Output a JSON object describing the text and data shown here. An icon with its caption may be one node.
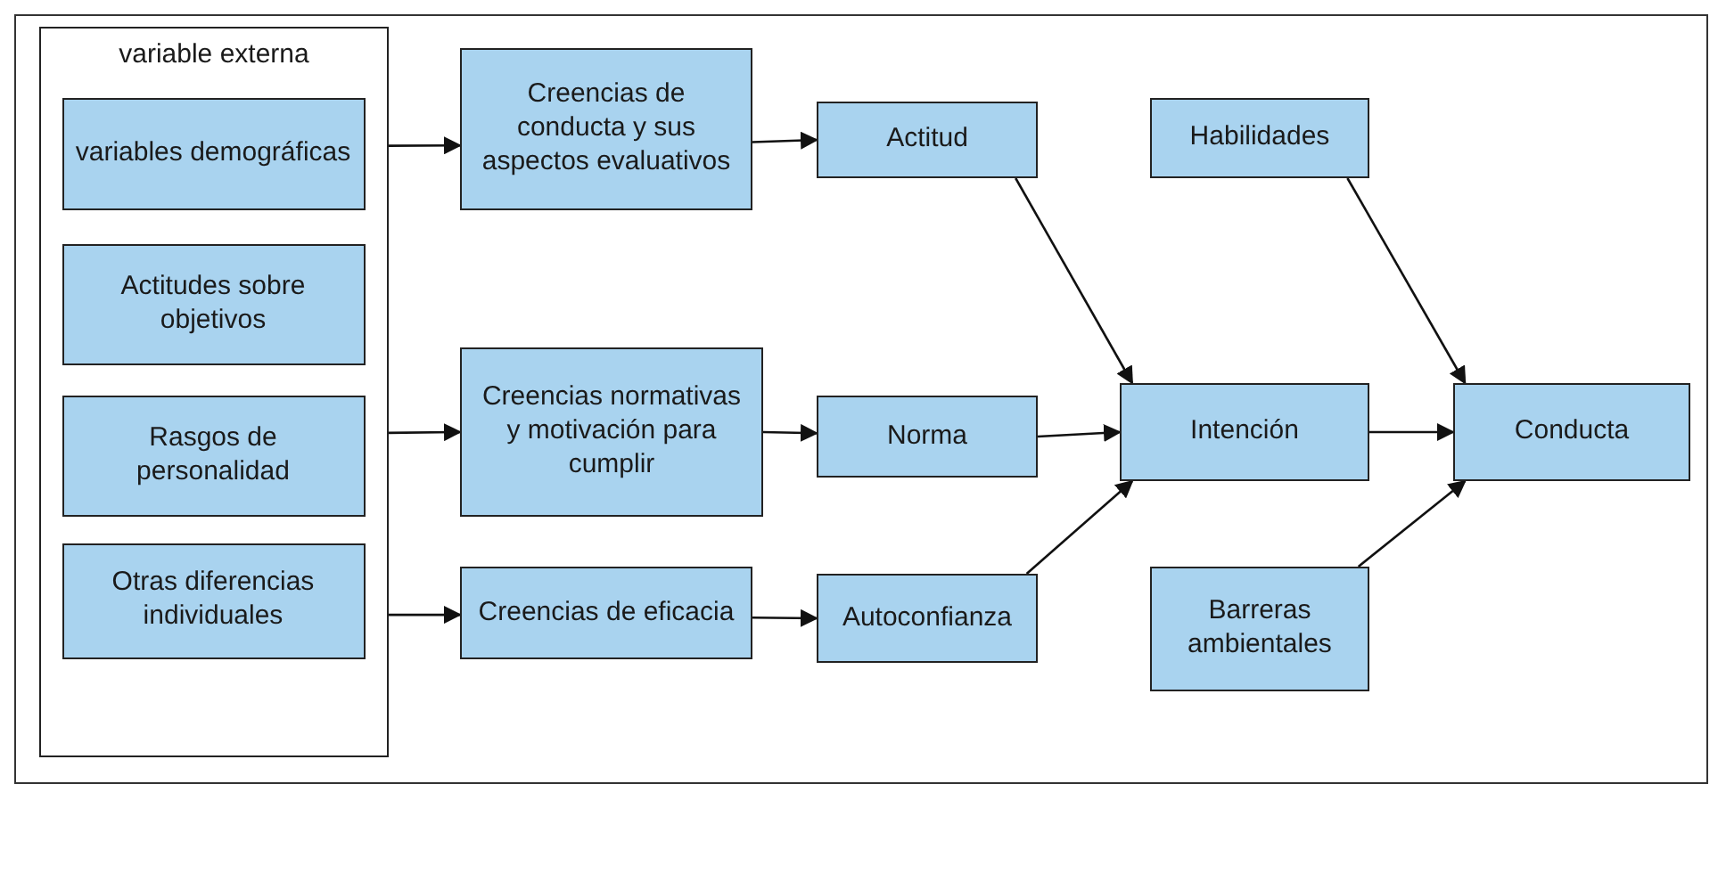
{
  "diagram": {
    "nodes": [
      {
        "text": [
          "variable externa"
        ]
      },
      {
        "text": [
          "variables demográficas"
        ],
        "in": 0
      },
      {
        "text": [
          "Actitudes sobre objetivos"
        ],
        "in": 0
      },
      {
        "text": [
          "Rasgos de personalidad"
        ],
        "in": 0
      },
      {
        "text": [
          "Otras diferencias individuales"
        ],
        "in": 0
      },
      {
        "text": [
          "Creencias de conducta y sus aspectos evaluativos"
        ]
      },
      {
        "text": [
          "Actitud"
        ]
      },
      {
        "text": [
          "Habilidades"
        ]
      },
      {
        "text": [
          "Creencias normativas y motivación para cumplir"
        ]
      },
      {
        "text": [
          "Norma"
        ]
      },
      {
        "text": [
          "Intención"
        ]
      },
      {
        "text": [
          "Conducta"
        ]
      },
      {
        "text": [
          "Creencias de eficacia"
        ]
      },
      {
        "text": [
          "Autoconfianza"
        ]
      },
      {
        "text": [
          "Barreras ambientales"
        ]
      }
    ],
    "edges": [
      {
        "from": 0,
        "to": 5,
        "arrow": "to"
      },
      {
        "from": 0,
        "to": 8,
        "arrow": "to"
      },
      {
        "from": 0,
        "to": 12,
        "arrow": "to"
      },
      {
        "from": 5,
        "to": 6,
        "arrow": "to"
      },
      {
        "from": 8,
        "to": 9,
        "arrow": "to"
      },
      {
        "from": 12,
        "to": 13,
        "arrow": "to"
      },
      {
        "from": 6,
        "to": 10,
        "arrow": "to"
      },
      {
        "from": 9,
        "to": 10,
        "arrow": "to"
      },
      {
        "from": 13,
        "to": 10,
        "arrow": "to"
      },
      {
        "from": 7,
        "to": 11,
        "arrow": "to"
      },
      {
        "from": 10,
        "to": 11,
        "arrow": "to"
      },
      {
        "from": 14,
        "to": 11,
        "arrow": "to"
      }
    ]
  }
}
